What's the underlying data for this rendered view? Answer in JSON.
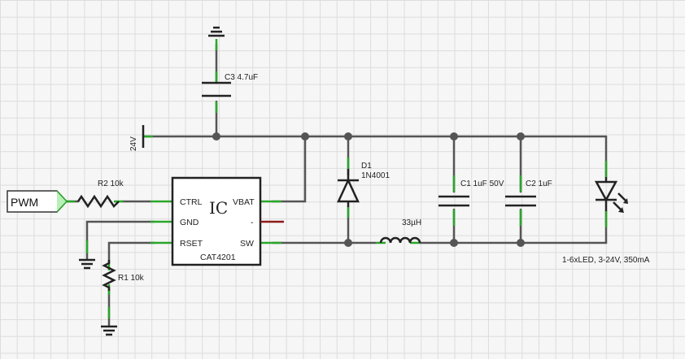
{
  "ic": {
    "title": "IC",
    "part": "CAT4201",
    "pins": {
      "ctrl": "CTRL",
      "gnd": "GND",
      "rset": "RSET",
      "vbat": "VBAT",
      "nc": "-",
      "sw": "SW"
    }
  },
  "input": {
    "pwm": "PWM"
  },
  "supply": {
    "voltage": "24V"
  },
  "components": {
    "c3": "C3 4.7uF",
    "r2": "R2 10k",
    "r1": "R1 10k",
    "d1_name": "D1",
    "d1_part": "1N4001",
    "inductor": "33µH",
    "c1": "C1 1uF 50V",
    "c2": "C2 1uF",
    "led": "1-6xLED, 3-24V, 350mA"
  },
  "colors": {
    "wire": "#555555",
    "pin": "#2aa62a",
    "symbol": "#222222",
    "nc_pin": "#8b1a1a",
    "grid": "#dcdcdc",
    "background": "#f6f6f6"
  }
}
